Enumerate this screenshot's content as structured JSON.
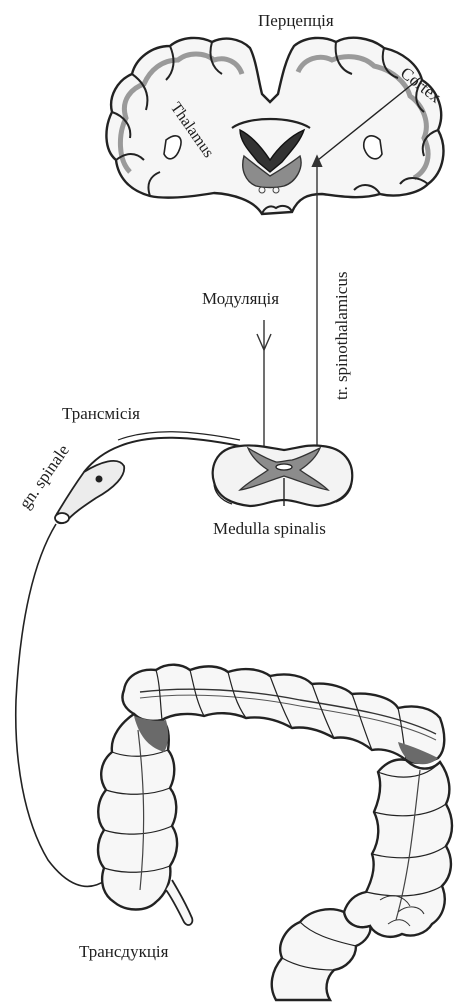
{
  "labels": {
    "perception": "Перцепція",
    "cortex": "Cortex",
    "thalamus": "Thalamus",
    "modulation": "Модуляція",
    "tract": "tr. spinothalamicus",
    "transmission": "Трансмісія",
    "ganglion": "gn. spinale",
    "medulla": "Medulla spinalis",
    "transduction": "Трансдукція"
  },
  "colors": {
    "ink": "#1f1f1f",
    "gray_matter": "#8a8a8a",
    "tissue_shade": "#d0d0d0"
  }
}
